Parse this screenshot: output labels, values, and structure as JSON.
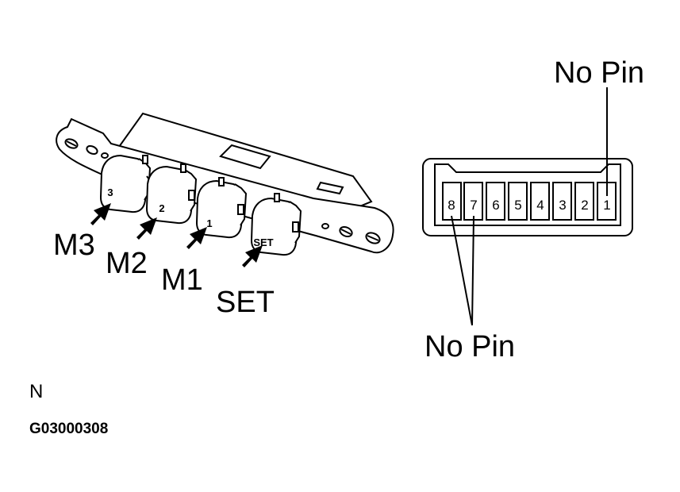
{
  "switch": {
    "keys": [
      {
        "id": "m3",
        "face": "3",
        "label": "M3"
      },
      {
        "id": "m2",
        "face": "2",
        "label": "M2"
      },
      {
        "id": "m1",
        "face": "1",
        "label": "M1"
      },
      {
        "id": "set",
        "face": "SET",
        "label": "SET"
      }
    ]
  },
  "connector": {
    "pins": [
      "8",
      "7",
      "6",
      "5",
      "4",
      "3",
      "2",
      "1"
    ],
    "callout_top": "No Pin",
    "callout_bottom": "No Pin"
  },
  "footer": {
    "mark": "N",
    "code": "G03000308"
  }
}
